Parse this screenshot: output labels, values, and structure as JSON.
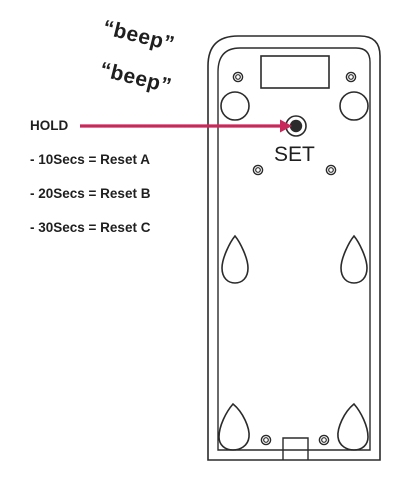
{
  "annotations": {
    "beep_1": "“beep”",
    "beep_2": "“beep”"
  },
  "instructions": {
    "hold": "HOLD",
    "steps": [
      "- 10Secs = Reset A",
      "- 20Secs = Reset B",
      "- 30Secs = Reset C"
    ]
  },
  "device": {
    "button_label": "SET"
  },
  "colors": {
    "arrow": "#c8285a",
    "outline": "#2b2b2b"
  }
}
